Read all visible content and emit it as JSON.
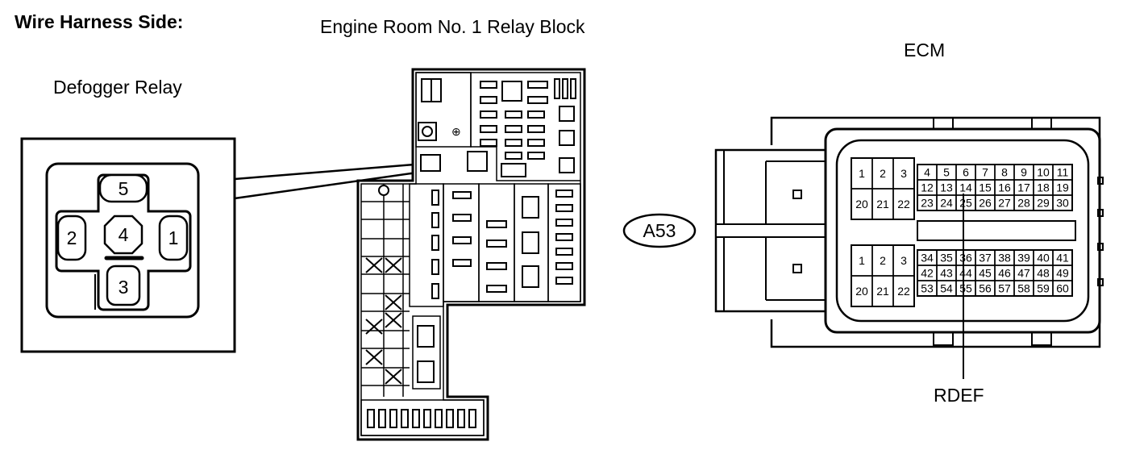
{
  "header": {
    "title": "Wire Harness Side:"
  },
  "relay_block": {
    "title": "Engine Room No. 1 Relay Block"
  },
  "defogger_relay": {
    "title": "Defogger Relay",
    "pins": [
      "5",
      "2",
      "4",
      "1",
      "3"
    ]
  },
  "ecm": {
    "title": "ECM",
    "connector_code": "A53",
    "signal_label": "RDEF",
    "upper_left_pins": [
      [
        "1",
        "2",
        "3"
      ],
      [
        "20",
        "21",
        "22"
      ]
    ],
    "upper_right_pins": [
      [
        "4",
        "5",
        "6",
        "7",
        "8",
        "9",
        "10",
        "11"
      ],
      [
        "12",
        "13",
        "14",
        "15",
        "16",
        "17",
        "18",
        "19"
      ],
      [
        "23",
        "24",
        "25",
        "26",
        "27",
        "28",
        "29",
        "30"
      ]
    ],
    "lower_left_pins": [
      [
        "1",
        "2",
        "3"
      ],
      [
        "20",
        "21",
        "22"
      ]
    ],
    "lower_right_pins": [
      [
        "34",
        "35",
        "36",
        "37",
        "38",
        "39",
        "40",
        "41"
      ],
      [
        "42",
        "43",
        "44",
        "45",
        "46",
        "47",
        "48",
        "49"
      ],
      [
        "53",
        "54",
        "55",
        "56",
        "57",
        "58",
        "59",
        "60"
      ]
    ]
  }
}
